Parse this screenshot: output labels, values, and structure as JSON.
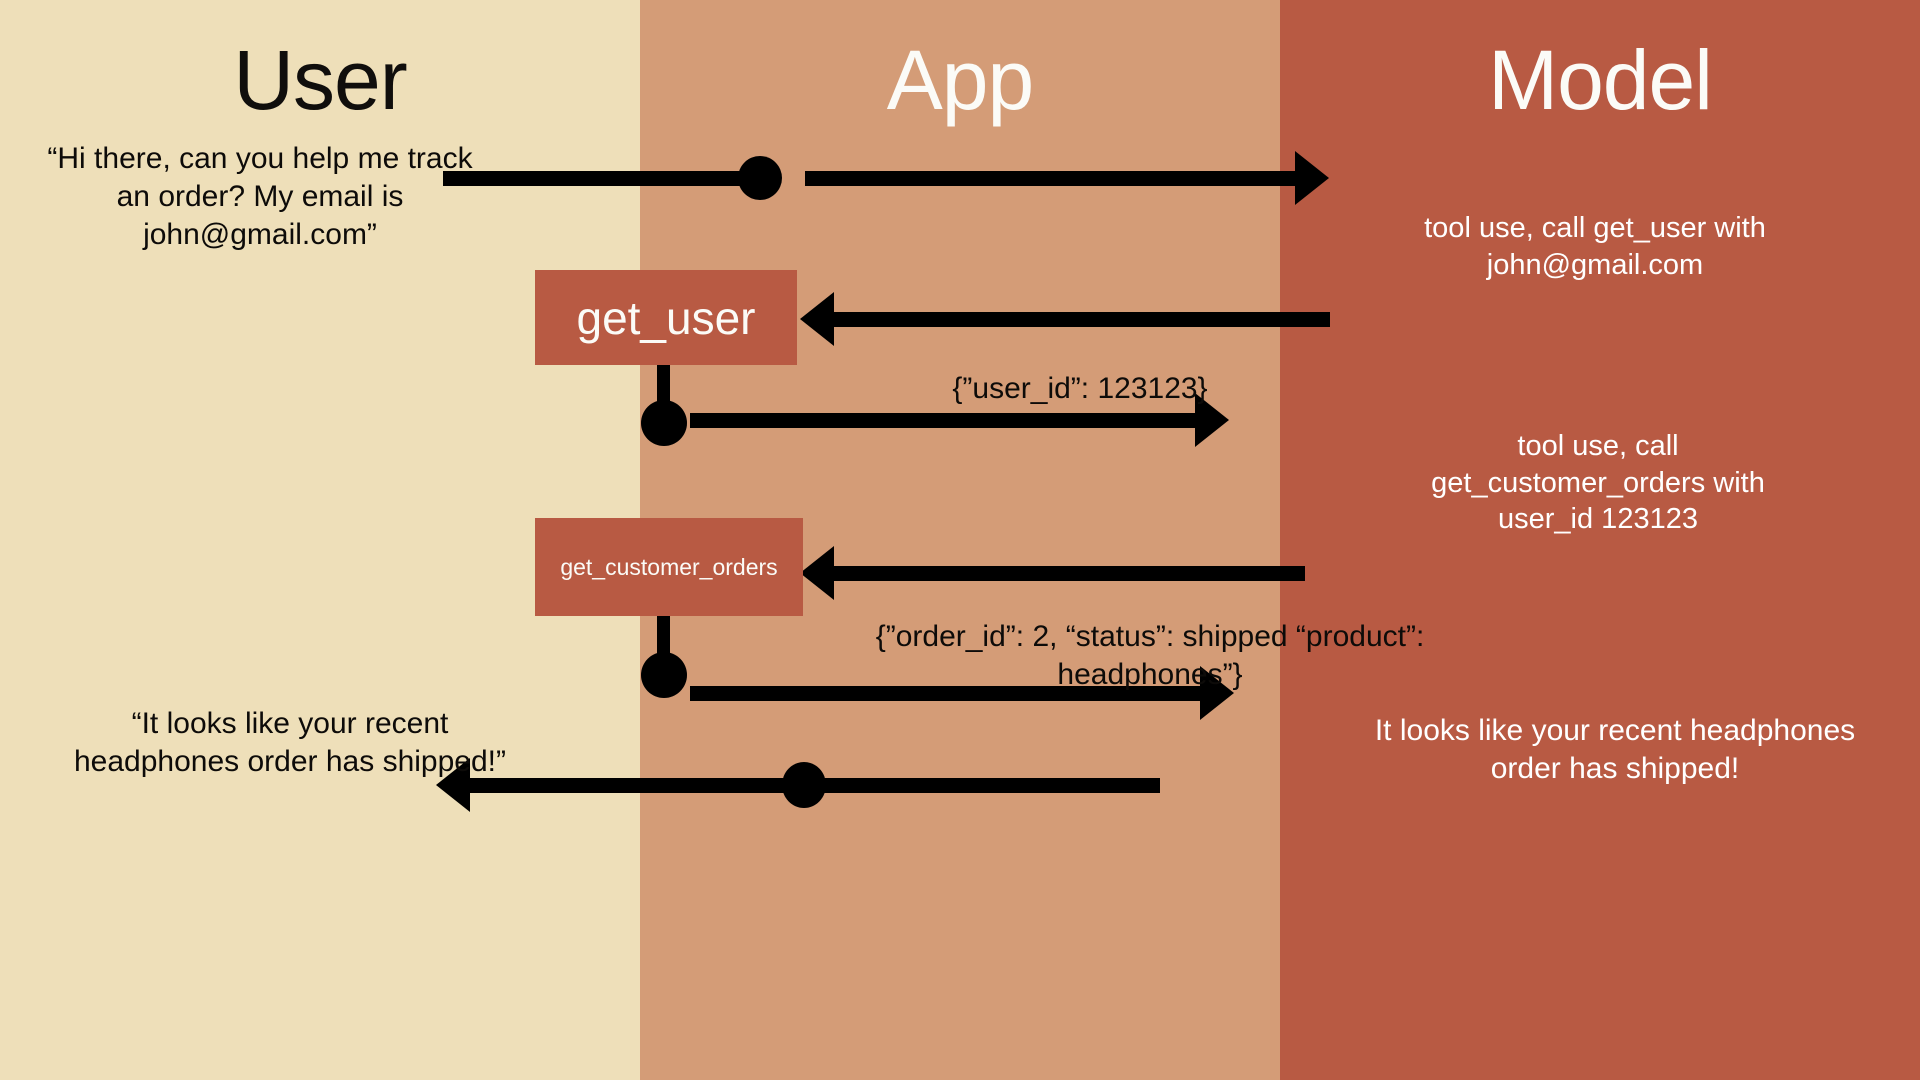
{
  "lanes": [
    {
      "id": "user",
      "title": "User",
      "bg": "#EEDFB9",
      "title_color": "#100E0C"
    },
    {
      "id": "app",
      "title": "App",
      "bg": "#D49C77",
      "title_color": "#FBFBF7"
    },
    {
      "id": "model",
      "title": "Model",
      "bg": "#B85A43",
      "title_color": "#FBFBF7"
    }
  ],
  "messages": {
    "user_request": "“Hi there, can you help me track an order? My email is john@gmail.com”",
    "model_tool_call_1": "tool use, call get_user with john@gmail.com",
    "tool_result_1": "{”user_id”: 123123}",
    "model_tool_call_2": "tool use, call get_customer_orders with user_id 123123",
    "tool_result_2": "{”order_id”: 2, “status”: shipped “product”: headphones”}",
    "user_reply": "“It looks like your recent headphones order has shipped!”",
    "model_reply": "It looks like your recent headphones order has shipped!"
  },
  "tools": {
    "get_user": "get_user",
    "get_customer_orders": "get_customer_orders"
  },
  "colors": {
    "user_lane": "#EEDFB9",
    "app_lane": "#D49C77",
    "model_lane": "#B85A43",
    "tool_box": "#B85A43",
    "line": "#000000",
    "light_text": "#FFFFFF",
    "dark_text": "#0D0B09"
  }
}
